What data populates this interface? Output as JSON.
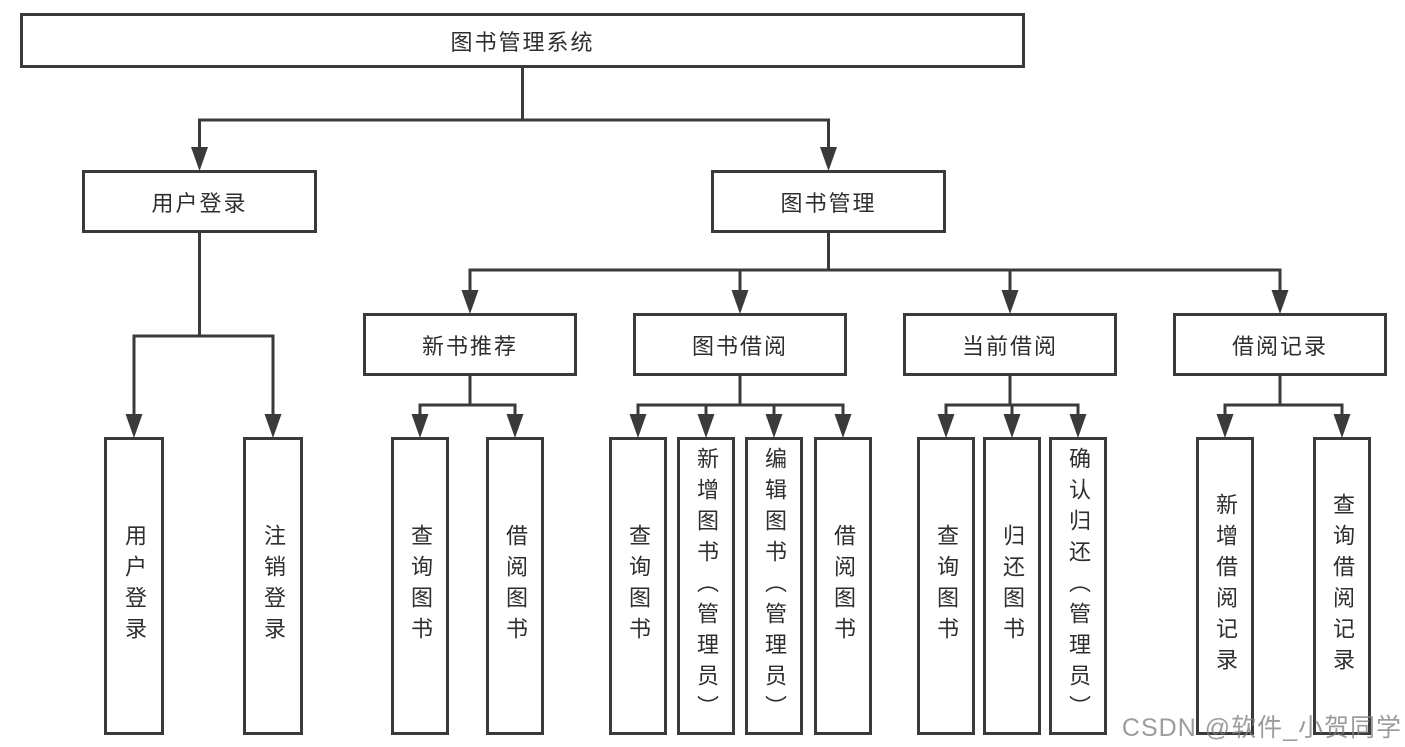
{
  "diagram_title": "图书管理系统",
  "tree": {
    "root": {
      "label": "图书管理系统"
    },
    "branches": [
      {
        "label": "用户登录",
        "children": [
          {
            "label": "用户登录"
          },
          {
            "label": "注销登录"
          }
        ]
      },
      {
        "label": "图书管理",
        "children": [
          {
            "label": "新书推荐",
            "children": [
              {
                "label": "查询图书"
              },
              {
                "label": "借阅图书"
              }
            ]
          },
          {
            "label": "图书借阅",
            "children": [
              {
                "label": "查询图书"
              },
              {
                "label": "新增图书（管理员）"
              },
              {
                "label": "编辑图书（管理员）"
              },
              {
                "label": "借阅图书"
              }
            ]
          },
          {
            "label": "当前借阅",
            "children": [
              {
                "label": "查询图书"
              },
              {
                "label": "归还图书"
              },
              {
                "label": "确认归还（管理员）"
              }
            ]
          },
          {
            "label": "借阅记录",
            "children": [
              {
                "label": "新增借阅记录"
              },
              {
                "label": "查询借阅记录"
              }
            ]
          }
        ]
      }
    ]
  },
  "watermark": {
    "text": "CSDN @软件_小贺同学",
    "color": "#a0a0a0"
  },
  "colors": {
    "line": "#3a3a3a",
    "text": "#2e2e2e",
    "box_background": "#ffffff",
    "page_background": "#ffffff"
  }
}
